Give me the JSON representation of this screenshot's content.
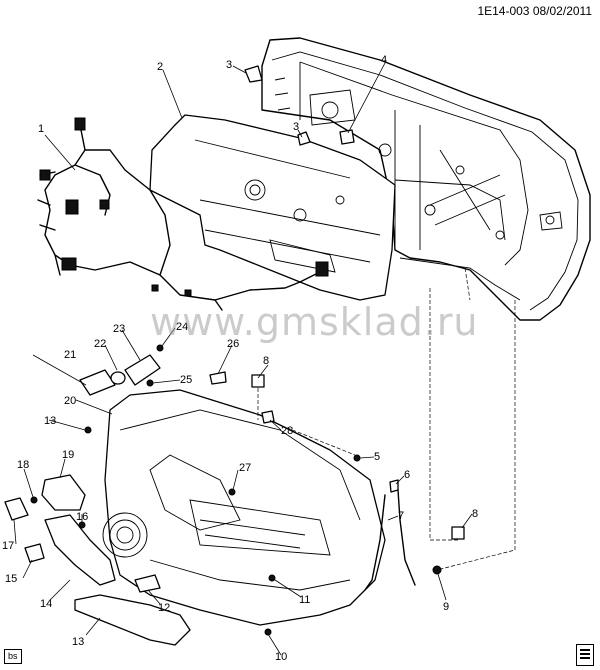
{
  "header": {
    "code": "1E14-003",
    "date": "08/02/2011"
  },
  "watermark": "www.gmsklad.ru",
  "footer": {
    "tag": "bs"
  },
  "callouts": [
    {
      "key": "c1",
      "label": "1"
    },
    {
      "key": "c2",
      "label": "2"
    },
    {
      "key": "c3a",
      "label": "3"
    },
    {
      "key": "c3b",
      "label": "3"
    },
    {
      "key": "c4",
      "label": "4"
    },
    {
      "key": "c5",
      "label": "5"
    },
    {
      "key": "c6",
      "label": "6"
    },
    {
      "key": "c7",
      "label": "7"
    },
    {
      "key": "c8a",
      "label": "8"
    },
    {
      "key": "c8b",
      "label": "8"
    },
    {
      "key": "c9",
      "label": "9"
    },
    {
      "key": "c10",
      "label": "10"
    },
    {
      "key": "c11",
      "label": "11"
    },
    {
      "key": "c12",
      "label": "12"
    },
    {
      "key": "c13a",
      "label": "13"
    },
    {
      "key": "c13b",
      "label": "13"
    },
    {
      "key": "c14",
      "label": "14"
    },
    {
      "key": "c15",
      "label": "15"
    },
    {
      "key": "c16",
      "label": "16"
    },
    {
      "key": "c17",
      "label": "17"
    },
    {
      "key": "c18",
      "label": "18"
    },
    {
      "key": "c19",
      "label": "19"
    },
    {
      "key": "c20",
      "label": "20"
    },
    {
      "key": "c21",
      "label": "21"
    },
    {
      "key": "c22",
      "label": "22"
    },
    {
      "key": "c23",
      "label": "23"
    },
    {
      "key": "c24",
      "label": "24"
    },
    {
      "key": "c25",
      "label": "25"
    },
    {
      "key": "c26",
      "label": "26"
    },
    {
      "key": "c27",
      "label": "27"
    },
    {
      "key": "c28",
      "label": "28"
    }
  ]
}
